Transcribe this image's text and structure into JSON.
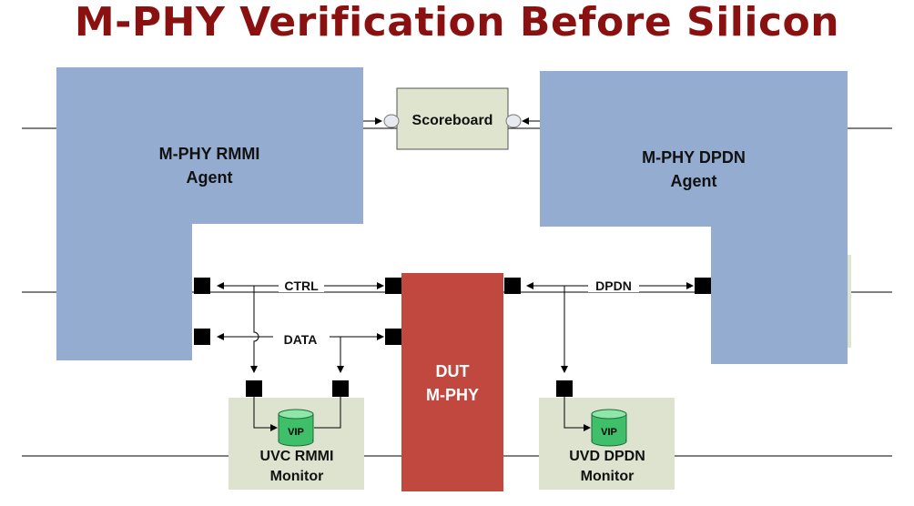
{
  "title": "M-PHY Verification Before Silicon",
  "diagram": {
    "scoreboard": "Scoreboard",
    "rmmi_agent": {
      "line1": "M-PHY RMMI",
      "line2": "Agent"
    },
    "dpdn_agent": {
      "line1": "M-PHY DPDN",
      "line2": "Agent"
    },
    "dut": {
      "line1": "DUT",
      "line2": "M-PHY"
    },
    "signals": {
      "ctrl": "CTRL",
      "data": "DATA",
      "dpdn": "DPDN"
    },
    "rmmi_monitor": {
      "line1": "UVC RMMI",
      "line2": "Monitor",
      "vip": "VIP"
    },
    "dpdn_monitor": {
      "line1": "UVD DPDN",
      "line2": "Monitor",
      "vip": "VIP"
    },
    "colors": {
      "title": "#8b1010",
      "agent": "#94acd0",
      "dut": "#c0483f",
      "monitor": "#dde3cf",
      "scoreboard": "#dfe4cf",
      "vip": "#3fbf6a"
    }
  }
}
